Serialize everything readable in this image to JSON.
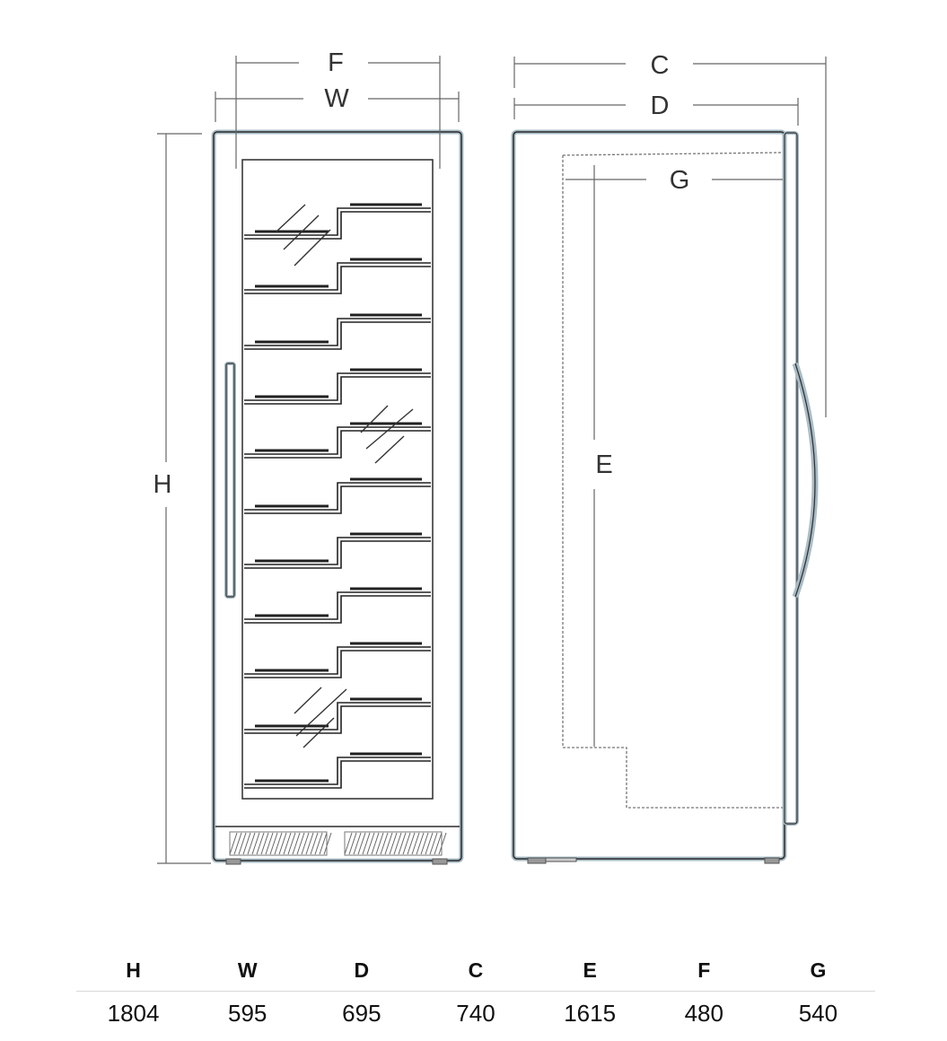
{
  "diagram": {
    "front_labels": {
      "F": "F",
      "W": "W",
      "H": "H"
    },
    "side_labels": {
      "C": "C",
      "D": "D",
      "G": "G",
      "E": "E"
    }
  },
  "specs": {
    "headers": [
      "H",
      "W",
      "D",
      "C",
      "E",
      "F",
      "G"
    ],
    "values": [
      "1804",
      "595",
      "695",
      "740",
      "1615",
      "480",
      "540"
    ]
  },
  "colors": {
    "outline": "#9fb0b9",
    "line": "#222222",
    "dimension": "#666666"
  }
}
